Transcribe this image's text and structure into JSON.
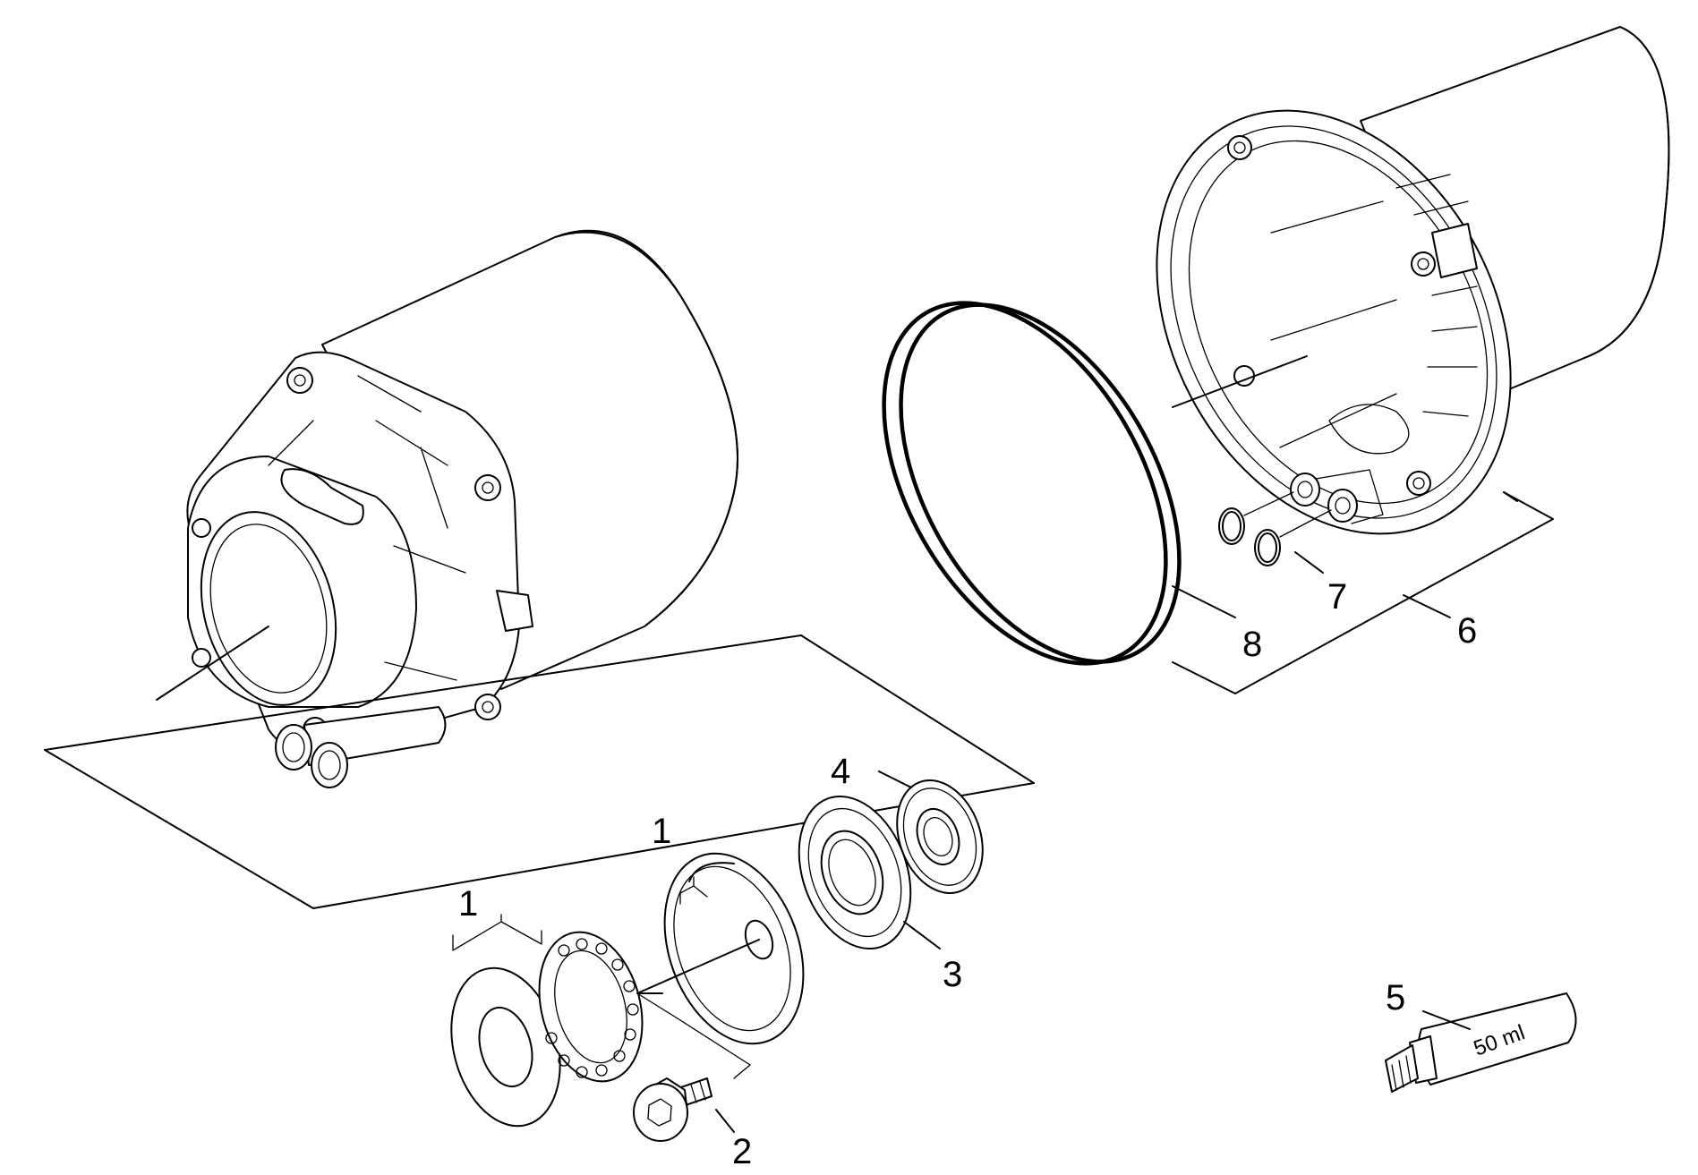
{
  "diagram": {
    "callouts": [
      {
        "id": "left-housing-1",
        "label": "1"
      },
      {
        "id": "center-housing-1",
        "label": "1"
      },
      {
        "id": "bolt",
        "label": "2"
      },
      {
        "id": "bearing",
        "label": "3"
      },
      {
        "id": "seal-ring",
        "label": "4"
      },
      {
        "id": "grease-tube",
        "label": "5"
      },
      {
        "id": "housing-assembly",
        "label": "6"
      },
      {
        "id": "small-o-rings",
        "label": "7"
      },
      {
        "id": "large-o-ring",
        "label": "8"
      }
    ],
    "grease_tube_text": "50 ml"
  }
}
